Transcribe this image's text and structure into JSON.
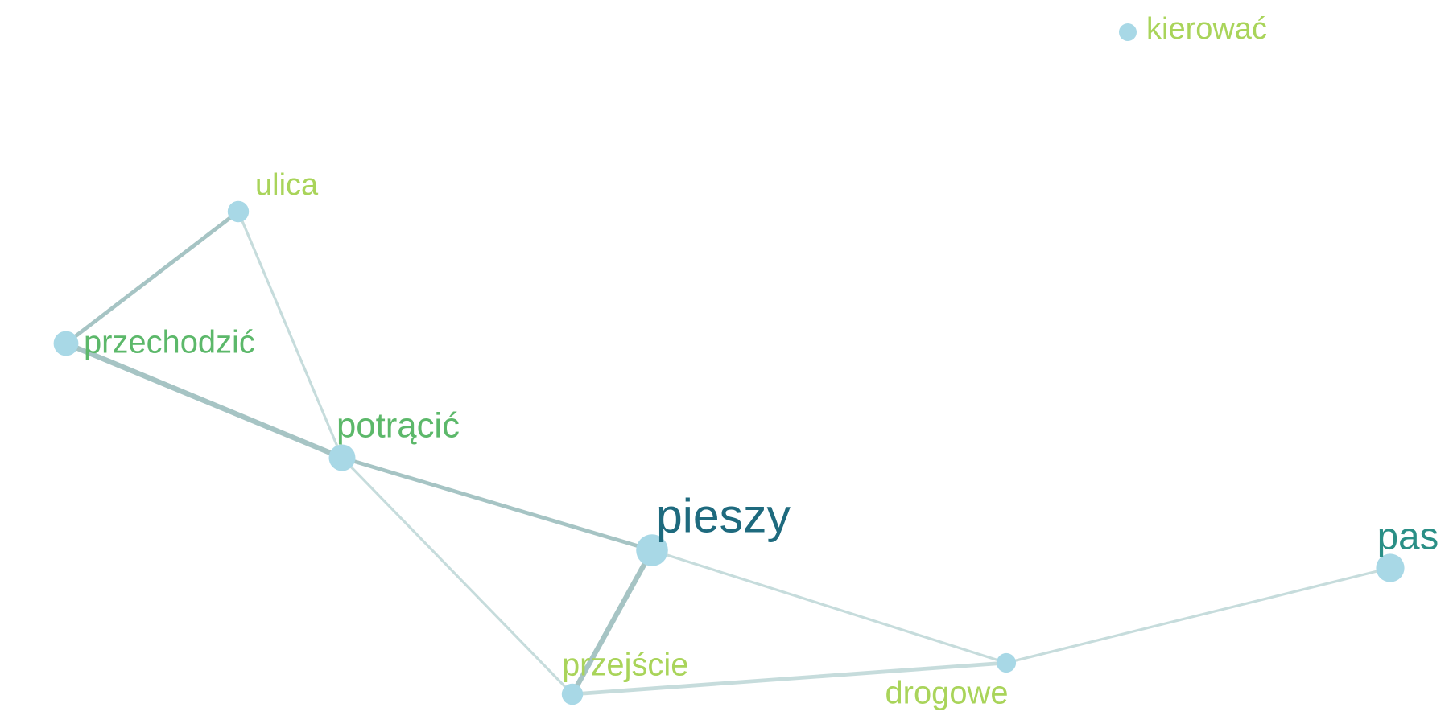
{
  "graph": {
    "nodes": [
      {
        "id": "kierowac",
        "label": "kierować",
        "size": 1.0,
        "color": "#a8d8e6",
        "label_color": "#a9d45a",
        "label_size": 1.0
      },
      {
        "id": "ulica",
        "label": "ulica",
        "size": 1.2,
        "color": "#a8d8e6",
        "label_color": "#a9d45a",
        "label_size": 1.0
      },
      {
        "id": "przechodzic",
        "label": "przechodzić",
        "size": 1.4,
        "color": "#a8d8e6",
        "label_color": "#5cb86a",
        "label_size": 1.05
      },
      {
        "id": "potracic",
        "label": "potrącić",
        "size": 1.5,
        "color": "#a8d8e6",
        "label_color": "#5cb86a",
        "label_size": 1.15
      },
      {
        "id": "pieszy",
        "label": "pieszy",
        "size": 1.8,
        "color": "#a8d8e6",
        "label_color": "#1e6a7e",
        "label_size": 1.55
      },
      {
        "id": "przejscie",
        "label": "przejście",
        "size": 1.2,
        "color": "#a8d8e6",
        "label_color": "#a9d45a",
        "label_size": 1.05
      },
      {
        "id": "drogowe",
        "label": "drogowe",
        "size": 1.1,
        "color": "#a8d8e6",
        "label_color": "#a9d45a",
        "label_size": 1.05
      },
      {
        "id": "pas",
        "label": "pas",
        "size": 1.6,
        "color": "#a8d8e6",
        "label_color": "#2a8f86",
        "label_size": 1.25
      }
    ],
    "edges": [
      {
        "source": "ulica",
        "target": "przechodzic",
        "weight": 3,
        "color": "#a6c4c4"
      },
      {
        "source": "ulica",
        "target": "potracic",
        "weight": 2,
        "color": "#c6dcdc"
      },
      {
        "source": "przechodzic",
        "target": "potracic",
        "weight": 4,
        "color": "#a6c4c4"
      },
      {
        "source": "potracic",
        "target": "pieszy",
        "weight": 3,
        "color": "#a6c4c4"
      },
      {
        "source": "potracic",
        "target": "przejscie",
        "weight": 2,
        "color": "#c6dcdc"
      },
      {
        "source": "pieszy",
        "target": "przejscie",
        "weight": 4,
        "color": "#a6c4c4"
      },
      {
        "source": "pieszy",
        "target": "drogowe",
        "weight": 2,
        "color": "#c6dcdc"
      },
      {
        "source": "przejscie",
        "target": "drogowe",
        "weight": 3,
        "color": "#c6dcdc"
      },
      {
        "source": "drogowe",
        "target": "pas",
        "weight": 2,
        "color": "#c6dcdc"
      }
    ]
  }
}
